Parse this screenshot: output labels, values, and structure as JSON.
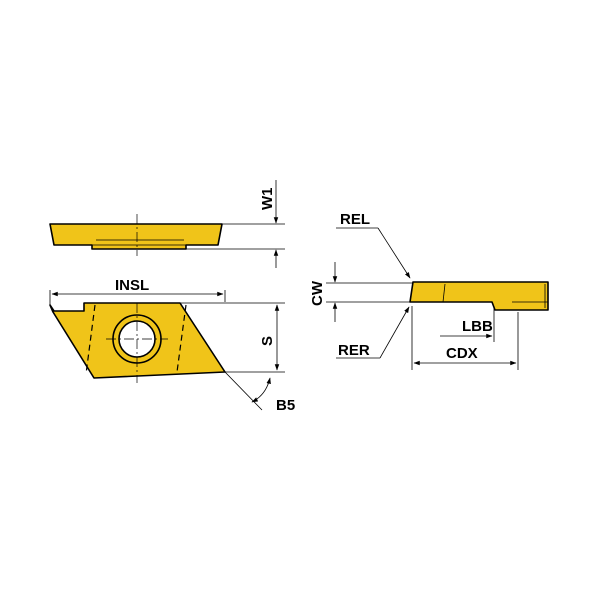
{
  "colors": {
    "insert_fill": "#f0c419",
    "insert_fill_dark": "#d9a800",
    "line": "#000000",
    "background": "#ffffff"
  },
  "labels": {
    "w1": "W1",
    "insl": "INSL",
    "s": "S",
    "b5": "B5",
    "rel": "REL",
    "cw": "CW",
    "rer": "RER",
    "lbb": "LBB",
    "cdx": "CDX"
  }
}
